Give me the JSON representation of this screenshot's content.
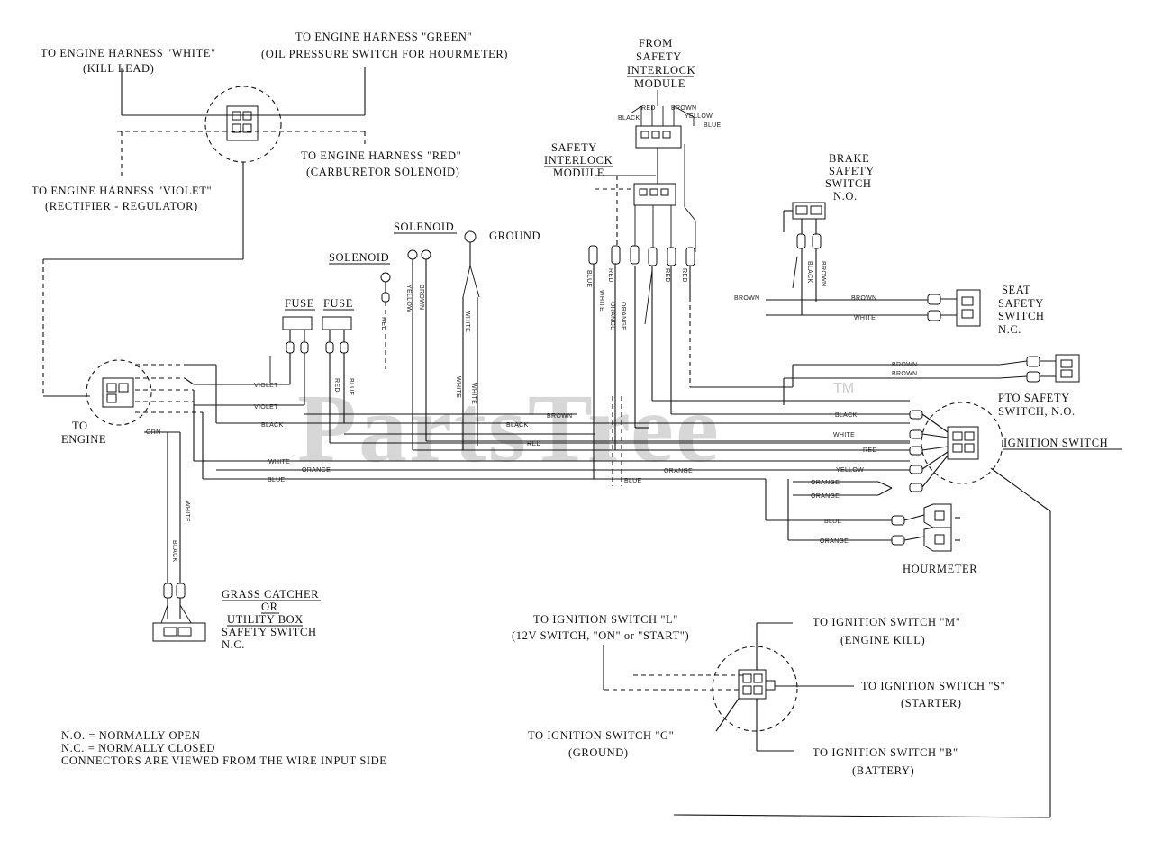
{
  "watermark": {
    "brand": "PartsTree",
    "tm": "TM"
  },
  "labels": {
    "white_harness_1": "TO ENGINE HARNESS \"WHITE\"",
    "white_harness_2": "(KILL LEAD)",
    "green_harness_1": "TO ENGINE HARNESS \"GREEN\"",
    "green_harness_2": "(OIL PRESSURE SWITCH FOR HOURMETER)",
    "red_harness_1": "TO ENGINE HARNESS \"RED\"",
    "red_harness_2": "(CARBURETOR SOLENOID)",
    "violet_harness_1": "TO ENGINE HARNESS \"VIOLET\"",
    "violet_harness_2": "(RECTIFIER - REGULATOR)",
    "from_sim_1": "FROM",
    "from_sim_2": "SAFETY",
    "from_sim_3": "INTERLOCK",
    "from_sim_4": "MODULE",
    "sim_1": "SAFETY",
    "sim_2": "INTERLOCK",
    "sim_3": "MODULE",
    "brake_1": "BRAKE",
    "brake_2": "SAFETY",
    "brake_3": "SWITCH",
    "brake_4": "N.O.",
    "solenoid_a": "SOLENOID",
    "solenoid_b": "SOLENOID",
    "ground": "GROUND",
    "fuse_a": "FUSE",
    "fuse_b": "FUSE",
    "seat_1": "SEAT",
    "seat_2": "SAFETY",
    "seat_3": "SWITCH",
    "seat_4": "N.C.",
    "pto_1": "PTO SAFETY",
    "pto_2": "SWITCH, N.O.",
    "ignition_switch": "IGNITION SWITCH",
    "to_engine_1": "TO",
    "to_engine_2": "ENGINE",
    "hourmeter": "HOURMETER",
    "grass_1": "GRASS CATCHER",
    "grass_2": "OR",
    "grass_3": "UTILITY BOX",
    "grass_4": "SAFETY SWITCH",
    "grass_5": "N.C.",
    "ign_l_1": "TO IGNITION SWITCH \"L\"",
    "ign_l_2": "(12V SWITCH, \"ON\" or \"START\")",
    "ign_m_1": "TO IGNITION SWITCH \"M\"",
    "ign_m_2": "(ENGINE KILL)",
    "ign_s_1": "TO IGNITION SWITCH \"S\"",
    "ign_s_2": "(STARTER)",
    "ign_g_1": "TO IGNITION SWITCH \"G\"",
    "ign_g_2": "(GROUND)",
    "ign_b_1": "TO IGNITION SWITCH \"B\"",
    "ign_b_2": "(BATTERY)",
    "legend_1": "N.O. = NORMALLY OPEN",
    "legend_2": "N.C. = NORMALLY CLOSED",
    "legend_3": "CONNECTORS ARE VIEWED FROM THE WIRE INPUT SIDE"
  },
  "wires": {
    "violet_1": "VIOLET",
    "violet_2": "VIOLET",
    "black_1": "BLACK",
    "black_2": "BLACK",
    "black_3": "BLACK",
    "black_4": "BLACK",
    "white_1": "WHITE",
    "white_2": "WHITE",
    "white_3": "WHITE",
    "white_4": "WHITE",
    "white_5": "WHITE",
    "white_6": "WHITE",
    "orange_1": "ORANGE",
    "orange_2": "ORANGE",
    "orange_3": "ORANGE",
    "orange_4": "ORANGE",
    "orange_5": "ORANGE",
    "blue_1": "BLUE",
    "blue_2": "BLUE",
    "blue_3": "BLUE",
    "blue_4": "BLUE",
    "blue_5": "BLUE",
    "brown_1": "BROWN",
    "brown_2": "BROWN",
    "brown_3": "BROWN",
    "brown_4": "BROWN",
    "brown_5": "BROWN",
    "brown_6": "BROWN",
    "red_1": "RED",
    "red_2": "RED",
    "red_3": "RED",
    "red_4": "RED",
    "red_5": "RED",
    "yellow_1": "YELLOW",
    "yellow_2": "YELLOW",
    "yellow_3": "YELLOW",
    "green": "GRN",
    "grn": "GRN"
  }
}
